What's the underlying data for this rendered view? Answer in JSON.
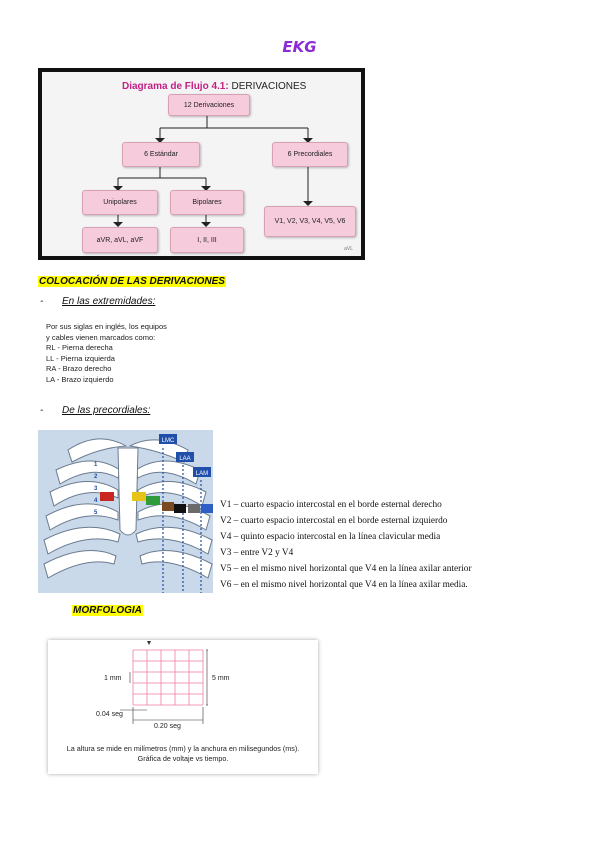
{
  "title": "EKG",
  "flow": {
    "title_bold": "Diagrama de Flujo 4.1:",
    "title_rest": "DERIVACIONES",
    "root": "12 Derivaciones",
    "standard": "6 Estándar",
    "precordial": "6 Precordiales",
    "unipolar": "Unipolares",
    "bipolar": "Bipolares",
    "unipolar_leads": "aVR, aVL, aVF",
    "bipolar_leads": "I, II, III",
    "precordial_leads": "V1, V2, V3, V4, V5, V6",
    "watermark": "aVL"
  },
  "section1": "COLOCACIÓN DE LAS DERIVACIONES",
  "limbs_heading": "En las extremidades:",
  "limbs_lines": [
    "Por sus siglas en inglés, los equipos",
    "y cables vienen marcados como:",
    "RL -  Pierna derecha",
    "LL  -  Pierna izquierda",
    "RA - Brazo derecho",
    "LA - Brazo izquierdo"
  ],
  "precordial_heading": "De las precordiales:",
  "chest_tags": [
    "LMC",
    "LAA",
    "LAM"
  ],
  "chest_numbers": [
    "1",
    "2",
    "3",
    "4",
    "5"
  ],
  "lead_lines": [
    "V1 – cuarto espacio intercostal en el borde esternal derecho",
    "V2 – cuarto espacio intercostal en el borde esternal izquierdo",
    "V4 – quinto espacio intercostal en la línea clavicular media",
    "V3 – entre V2 y V4",
    "V5 – en el mismo nivel horizontal que V4 en la línea axilar anterior",
    "V6 – en el mismo nivel horizontal que V4 en la línea axilar media."
  ],
  "morphology": "MORFOLOGIA",
  "ecg": {
    "label_1mm": "1 mm",
    "label_5mm": "5 mm",
    "label_004": "0.04 seg",
    "label_020": "0.20 seg",
    "caption_line1": "La altura se mide en milímetros (mm) y la anchura en milisegundos (ms).",
    "caption_line2": "Gráfica de voltaje vs tiempo.",
    "grid_color": "#f07aa3"
  },
  "colors": {
    "title": "#8a2bd6",
    "node_fill": "#f6cbdb",
    "highlight": "#ffff00",
    "tag_blue": "#1f4fa8"
  }
}
